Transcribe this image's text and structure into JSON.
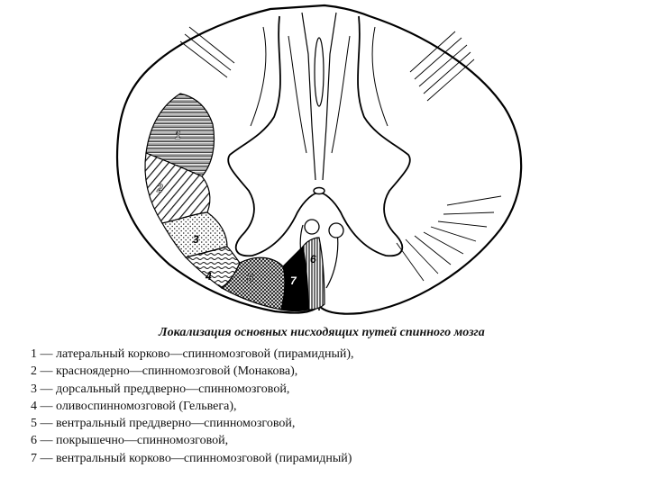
{
  "figure": {
    "region_labels": [
      "1",
      "2",
      "3",
      "4",
      "5",
      "6",
      "7"
    ]
  },
  "caption": {
    "title": "Локализация основных нисходящих путей спинного мозга",
    "items": [
      "1 — латеральный корково—спинномозговой (пирамидный),",
      "2 — красноядерно—спинномозговой (Монакова),",
      "3 — дорсальный преддверно—спинномозговой,",
      "4 — оливоспинномозговой (Гельвега),",
      "5 — вентральный преддверно—спинномозговой,",
      "6 — покрышечно—спинномозговой,",
      "7 — вентральный корково—спинномозговой (пирамидный)"
    ]
  }
}
